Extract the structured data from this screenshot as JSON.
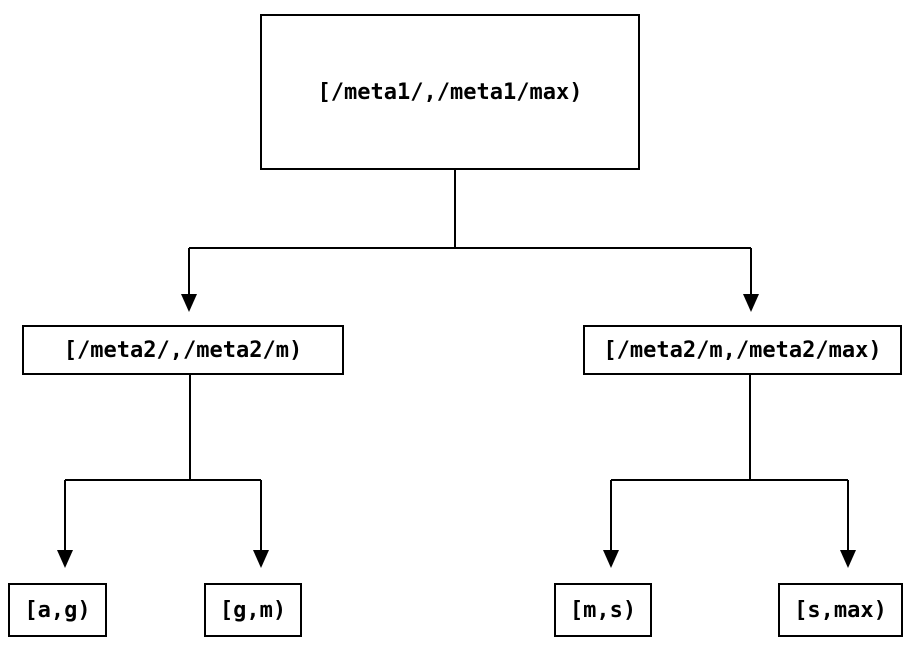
{
  "diagram": {
    "type": "interval-partition-tree",
    "root": {
      "label": "[/meta1/,/meta1/max)"
    },
    "level2": [
      {
        "label": "[/meta2/,/meta2/m)"
      },
      {
        "label": "[/meta2/m,/meta2/max)"
      }
    ],
    "leaves": [
      {
        "label": "[a,g)"
      },
      {
        "label": "[g,m)"
      },
      {
        "label": "[m,s)"
      },
      {
        "label": "[s,max)"
      }
    ],
    "edges": [
      {
        "from": "root",
        "to": "level2.0"
      },
      {
        "from": "root",
        "to": "level2.1"
      },
      {
        "from": "level2.0",
        "to": "leaves.0"
      },
      {
        "from": "level2.0",
        "to": "leaves.1"
      },
      {
        "from": "level2.1",
        "to": "leaves.2"
      },
      {
        "from": "level2.1",
        "to": "leaves.3"
      }
    ],
    "colors": {
      "background": "#ffffff",
      "box_border": "#000000",
      "text": "#000000",
      "line": "#000000"
    }
  }
}
